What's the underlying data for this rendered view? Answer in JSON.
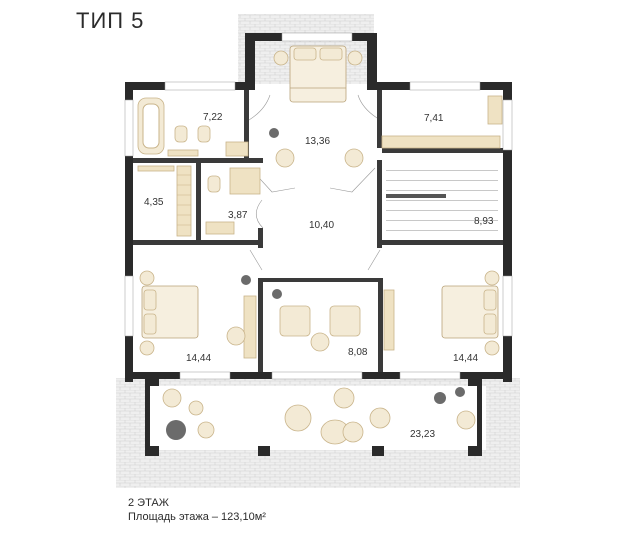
{
  "plan": {
    "title": "ТИП 5",
    "floor_label": "2 ЭТАЖ",
    "area_line": "Площадь этажа – 123,10м²",
    "rooms": [
      {
        "id": "bath",
        "area": "7,22"
      },
      {
        "id": "master-bedroom",
        "area": "13,36"
      },
      {
        "id": "study",
        "area": "7,41"
      },
      {
        "id": "wardrobe",
        "area": "4,35"
      },
      {
        "id": "wc",
        "area": "3,87"
      },
      {
        "id": "hall",
        "area": "10,40"
      },
      {
        "id": "stair",
        "area": "8,93"
      },
      {
        "id": "bedroom-left",
        "area": "14,44"
      },
      {
        "id": "lounge",
        "area": "8,08"
      },
      {
        "id": "bedroom-right",
        "area": "14,44"
      },
      {
        "id": "terrace",
        "area": "23,23"
      }
    ]
  },
  "colors": {
    "wall": "#2a2a2a",
    "furniture": "#f3ead5",
    "paving": "#e6e6e6"
  }
}
